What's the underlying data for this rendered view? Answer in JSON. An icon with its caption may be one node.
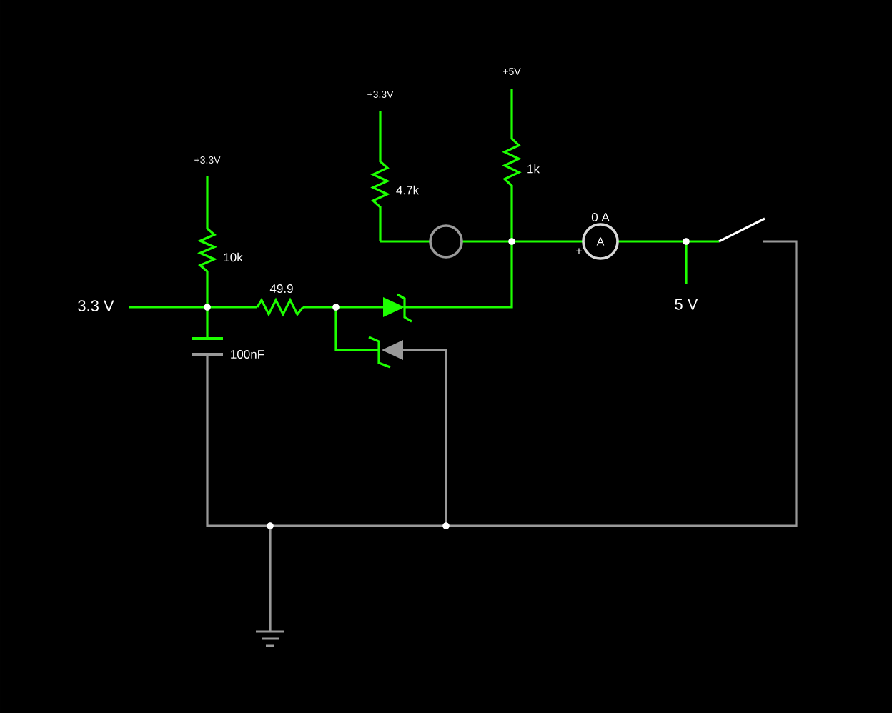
{
  "diagram": {
    "labels": [
      "+5V",
      "+3.3V",
      "1k",
      "+3.3V",
      "4.7k",
      "0 A",
      "A",
      "+",
      "10k",
      "49.9",
      "3.3 V",
      "5 V",
      "100nF"
    ]
  }
}
